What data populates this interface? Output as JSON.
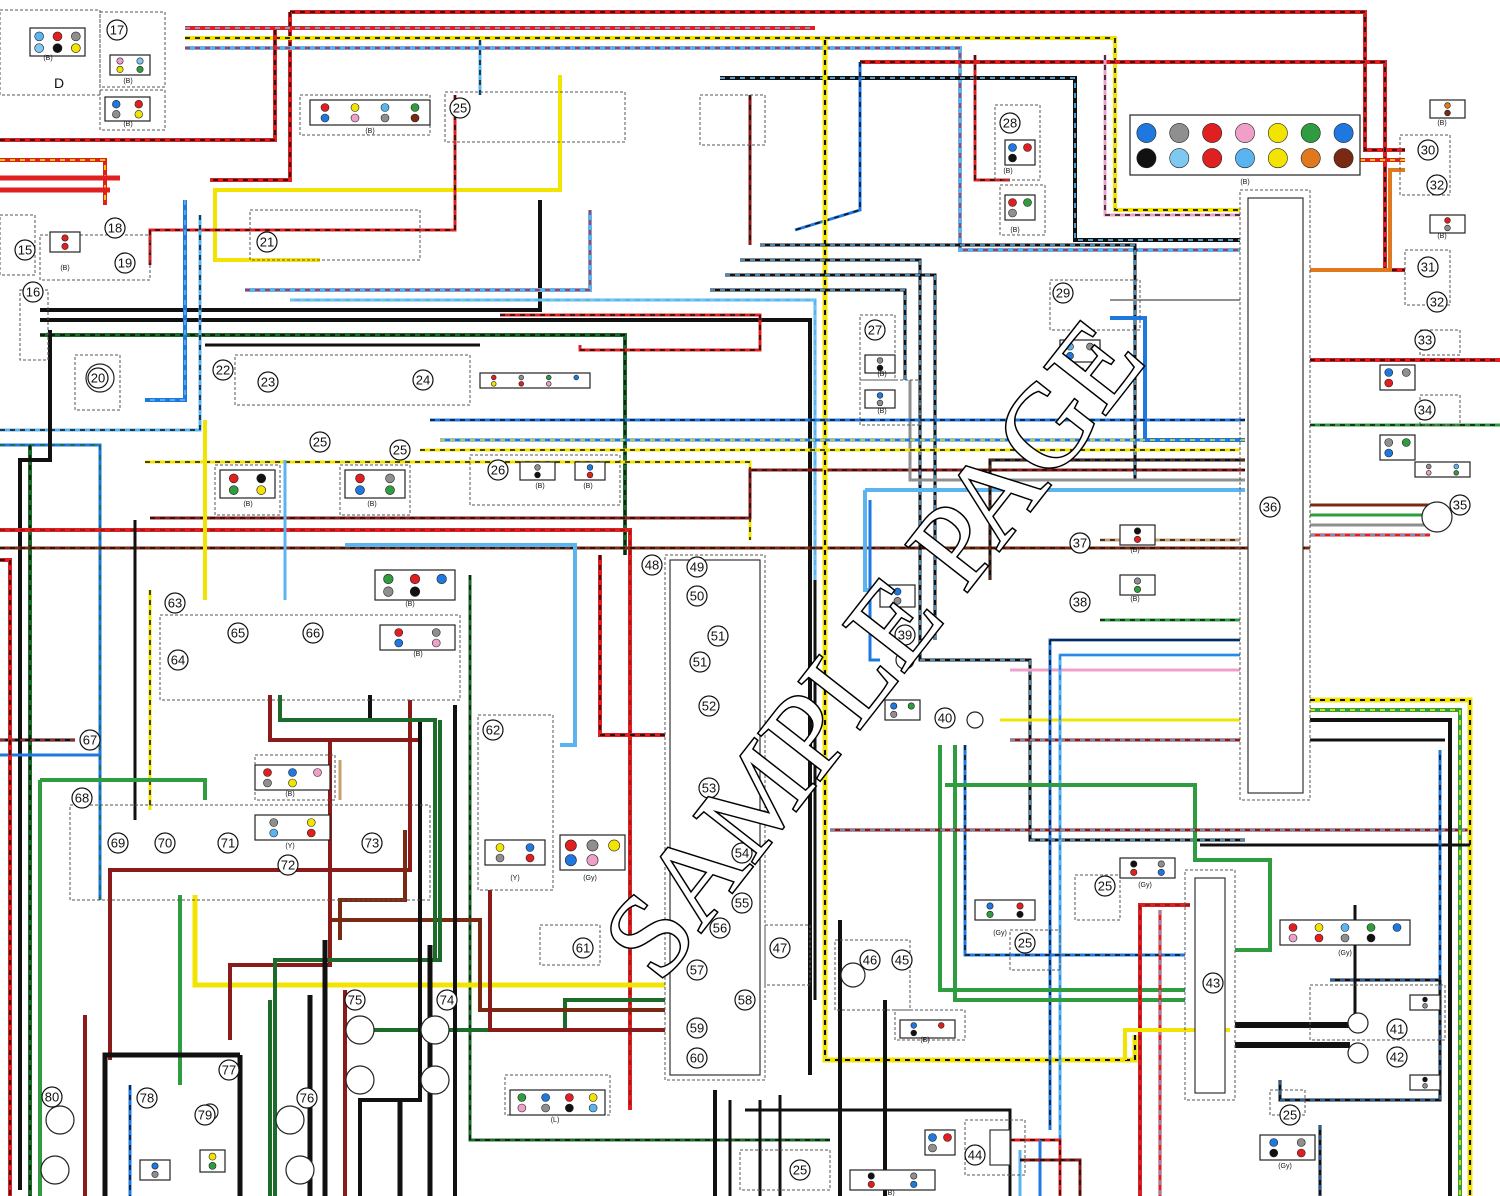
{
  "diagram": {
    "watermark": "SAMPLE PAGE",
    "corner_letter": "D",
    "wire_colors": {
      "red": "#e02020",
      "darkred": "#8b1a1a",
      "yellow": "#f2e400",
      "blue": "#1e78e0",
      "lightblue": "#5ab4f0",
      "green": "#2f9c3f",
      "darkgreen": "#1d6b2a",
      "black": "#111111",
      "brown": "#7a2a12",
      "orange": "#e0781e",
      "gray": "#8f8f8f",
      "pink": "#f0a0c8",
      "sky": "#7fc8f0",
      "tan": "#c8a070"
    },
    "component_numbers": [
      "15",
      "16",
      "17",
      "18",
      "19",
      "20",
      "21",
      "22",
      "23",
      "24",
      "25",
      "25",
      "25",
      "25",
      "25",
      "25",
      "25",
      "26",
      "27",
      "27",
      "28",
      "29",
      "30",
      "31",
      "32",
      "32",
      "33",
      "34",
      "35",
      "36",
      "37",
      "38",
      "39",
      "40",
      "41",
      "42",
      "43",
      "44",
      "45",
      "46",
      "47",
      "48",
      "49",
      "50",
      "51",
      "51",
      "52",
      "53",
      "54",
      "55",
      "56",
      "57",
      "58",
      "59",
      "60",
      "61",
      "62",
      "63",
      "64",
      "65",
      "66",
      "67",
      "68",
      "69",
      "70",
      "71",
      "72",
      "73",
      "74",
      "75",
      "76",
      "77",
      "78",
      "79",
      "80"
    ],
    "connector_color_tags": [
      "(B)",
      "(B)",
      "(B)",
      "(B)",
      "(B)",
      "(B)",
      "(B)",
      "(B)",
      "(B)",
      "(B)",
      "(B)",
      "(B)",
      "(B)",
      "(B)",
      "(B)",
      "(B)",
      "(B)",
      "(B)",
      "(B)",
      "(B)",
      "(B)",
      "(B)",
      "(B)",
      "(Y)",
      "(Y)",
      "(Gy)",
      "(Gy)",
      "(Gy)",
      "(Gy)",
      "(Gy)",
      "(L)",
      "(B)",
      "(B)"
    ]
  }
}
